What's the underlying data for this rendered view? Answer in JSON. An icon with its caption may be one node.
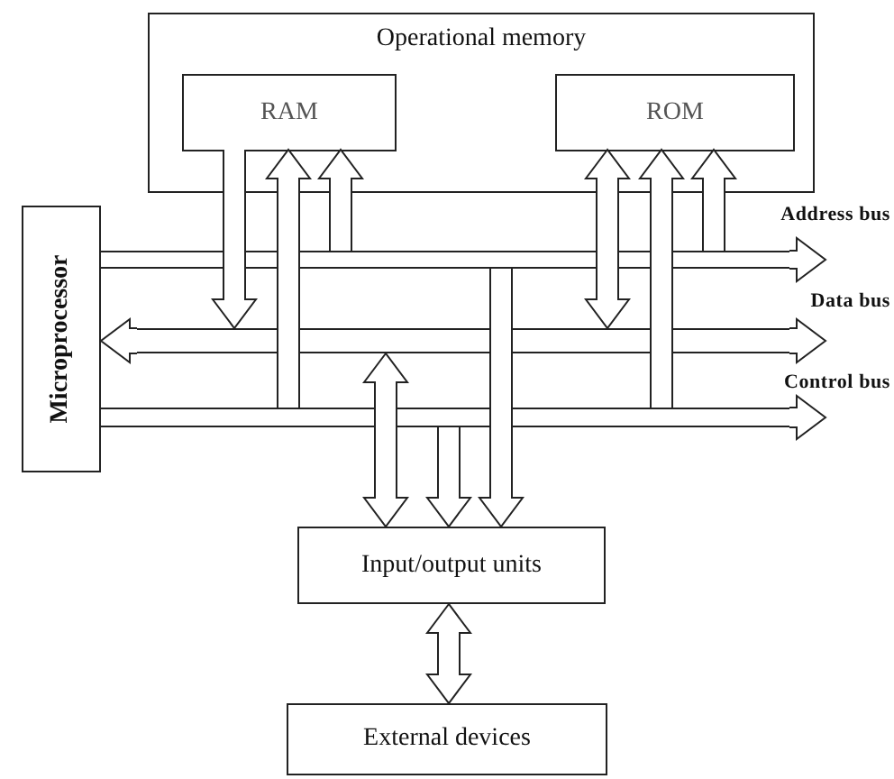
{
  "diagram": {
    "nodes": [
      {
        "text": [
          "Operational memory"
        ]
      },
      {
        "text": [
          "RAM"
        ],
        "in": 0
      },
      {
        "text": [
          "ROM"
        ],
        "in": 0
      },
      {
        "text": [
          "Microprocessor"
        ]
      },
      {
        "text": [
          "Address bus"
        ]
      },
      {
        "text": [
          "Data bus"
        ]
      },
      {
        "text": [
          "Control bus"
        ]
      },
      {
        "text": [
          "Input/output units"
        ]
      },
      {
        "text": [
          "External devices"
        ]
      }
    ],
    "edges": [
      {
        "from": 1,
        "to": 5,
        "arrow": "to"
      },
      {
        "from": 6,
        "to": 1,
        "arrow": "to"
      },
      {
        "from": 4,
        "to": 1,
        "arrow": "to"
      },
      {
        "from": 2,
        "to": 5,
        "arrow": "both"
      },
      {
        "from": 6,
        "to": 2,
        "arrow": "to"
      },
      {
        "from": 4,
        "to": 2,
        "arrow": "to"
      },
      {
        "from": 5,
        "to": 7,
        "arrow": "both"
      },
      {
        "from": 6,
        "to": 7,
        "arrow": "to"
      },
      {
        "from": 4,
        "to": 7,
        "arrow": "to"
      },
      {
        "from": 7,
        "to": 8,
        "arrow": "both"
      },
      {
        "from": 4,
        "to": null,
        "arrow": "to"
      },
      {
        "from": 5,
        "to": null,
        "arrow": "to"
      },
      {
        "from": 5,
        "to": 3,
        "arrow": "to"
      },
      {
        "from": 6,
        "to": null,
        "arrow": "to"
      }
    ]
  }
}
